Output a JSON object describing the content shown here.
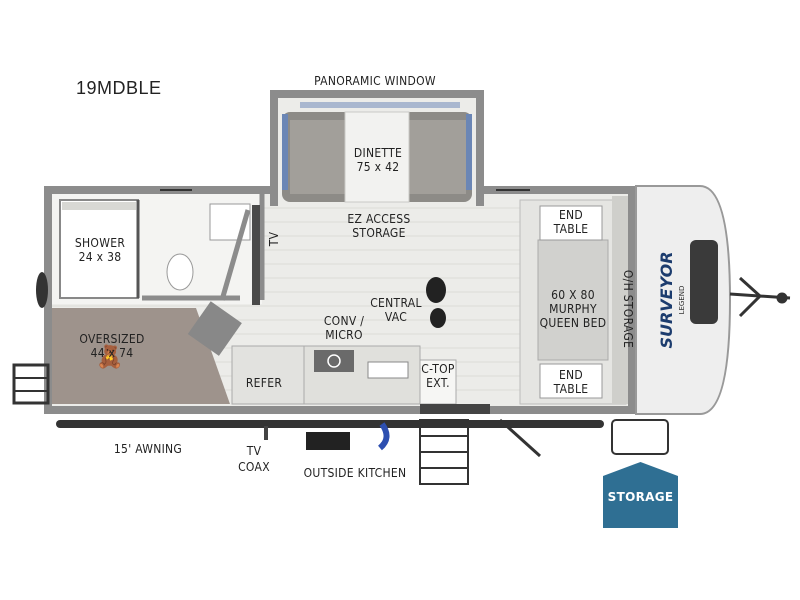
{
  "model": "19MDBLE",
  "labels": {
    "panoramic_window": "PANORAMIC WINDOW",
    "dinette_name": "DINETTE",
    "dinette_size": "75 x 42",
    "ez_access_1": "EZ ACCESS",
    "ez_access_2": "STORAGE",
    "tv": "TV",
    "shower_name": "SHOWER",
    "shower_size": "24 x 38",
    "central_1": "CENTRAL",
    "central_2": "VAC",
    "conv_1": "CONV /",
    "conv_2": "MICRO",
    "oversized_name": "OVERSIZED",
    "oversized_size": "44 x 74",
    "refer": "REFER",
    "ctop_1": "C-TOP",
    "ctop_2": "EXT.",
    "end_table_top_1": "END",
    "end_table_top_2": "TABLE",
    "end_table_bottom_1": "END",
    "end_table_bottom_2": "TABLE",
    "bed_1": "60 X 80",
    "bed_2": "MURPHY",
    "bed_3": "QUEEN BED",
    "oh_storage": "O/H STORAGE",
    "awning": "15' AWNING",
    "tv_coax_1": "TV",
    "tv_coax_2": "COAX",
    "outside_kitchen": "OUTSIDE KITCHEN",
    "storage_badge": "STORAGE",
    "brand_logo": "SURVEYOR",
    "brand_logo_sub": "LEGEND"
  },
  "colors": {
    "wall": "#8a8a8a",
    "floor": "#ebebe8",
    "carpet": "#9e938c",
    "badge": "#2f6f93",
    "cabinet": "#d8d8d4"
  }
}
